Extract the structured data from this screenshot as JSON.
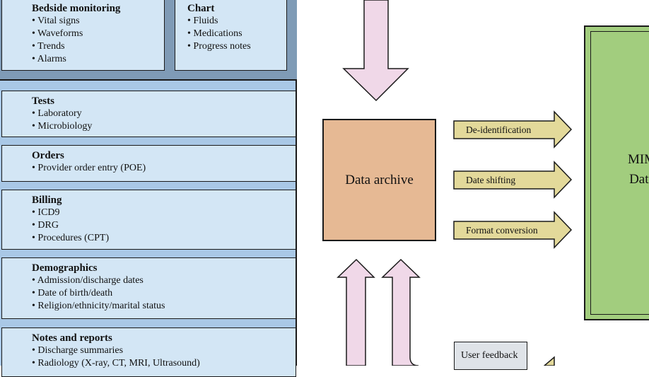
{
  "left_panel": {
    "bedside": {
      "title": "Bedside monitoring",
      "items": [
        "Vital signs",
        "Waveforms",
        "Trends",
        "Alarms"
      ]
    },
    "chart": {
      "title": "Chart",
      "items": [
        "Fluids",
        "Medications",
        "Progress notes"
      ]
    },
    "tests": {
      "title": "Tests",
      "items": [
        "Laboratory",
        "Microbiology"
      ]
    },
    "orders": {
      "title": "Orders",
      "items": [
        "Provider order entry (POE)"
      ]
    },
    "billing": {
      "title": "Billing",
      "items": [
        "ICD9",
        "DRG",
        "Procedures (CPT)"
      ]
    },
    "demographics": {
      "title": "Demographics",
      "items": [
        "Admission/discharge dates",
        "Date of birth/death",
        "Religion/ethnicity/marital status"
      ]
    },
    "notes": {
      "title": "Notes and reports",
      "items": [
        "Discharge summaries",
        "Radiology (X-ray, CT, MRI, Ultrasound)"
      ]
    }
  },
  "archive": {
    "label": "Data archive"
  },
  "process_arrows": [
    "De-identification",
    "Date shifting",
    "Format conversion"
  ],
  "feedback": {
    "label": "User feedback"
  },
  "mimic": {
    "line1": "MIM",
    "line2": "Data"
  },
  "colors": {
    "panel_box": "#d3e6f5",
    "panel_stripe": "#a9c8e6",
    "panel_group": "#7f9bb6",
    "archive": "#e6b994",
    "process_arrow": "#e3d99a",
    "flow_arrow": "#f0d8e8",
    "mimic": "#a2cd7e",
    "feedback": "#dfe3e8"
  }
}
